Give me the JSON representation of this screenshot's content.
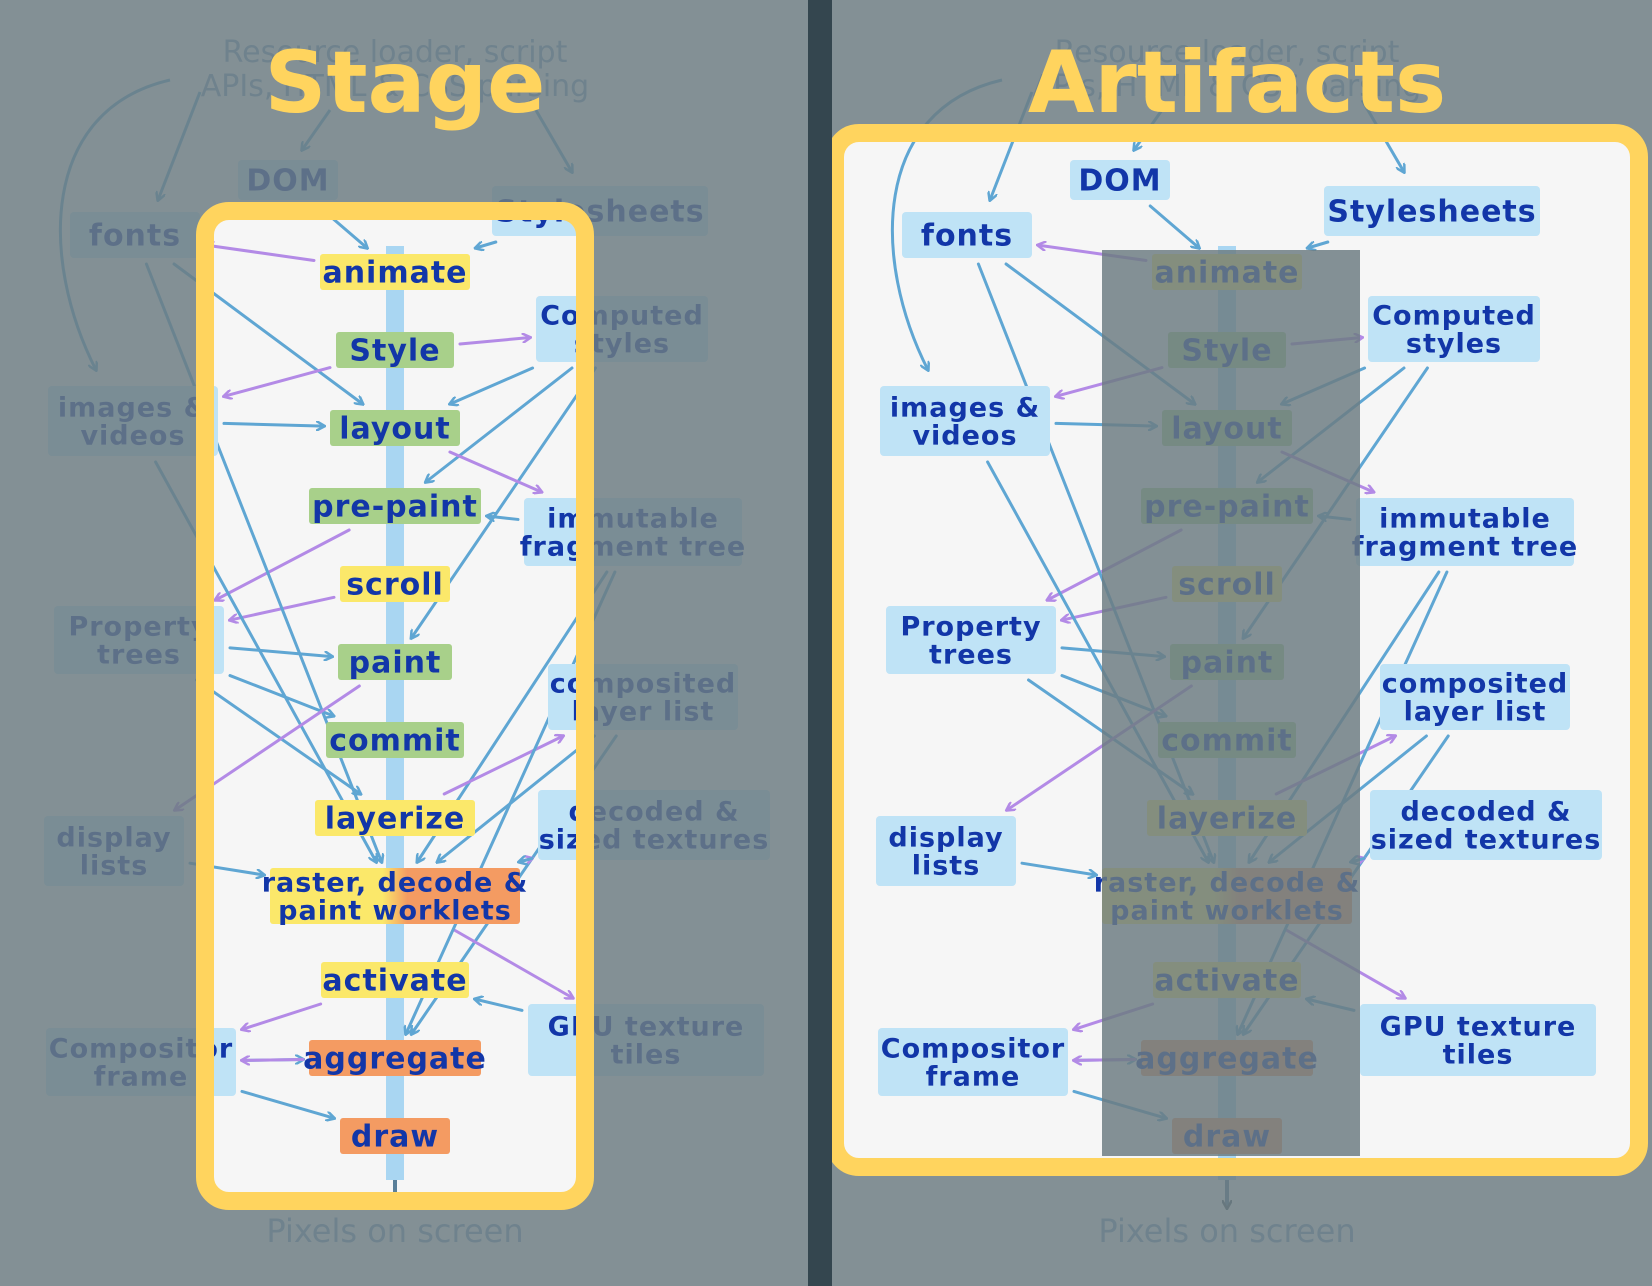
{
  "colors": {
    "panel_bg": "#f6f6f6",
    "dim_overlay": "#6d7c82",
    "divider": "#34464f",
    "highlight_frame": "#ffd45e",
    "node_blue": "#bfe3f6",
    "stage_green": "#a8d08a",
    "stage_yellow": "#fbe86a",
    "stage_orange": "#f49b62",
    "ink": "#1236a8",
    "arrow_blue": "#5fa6d3",
    "arrow_purple": "#b38ae6",
    "spine": "#a9d6f2"
  },
  "panels": [
    {
      "title": "Stage",
      "top_note": [
        "Resource loader, script",
        "APIs, HTML & CSS parsing"
      ],
      "bottom_note": "Pixels on screen"
    },
    {
      "title": "Artifacts",
      "top_note": [
        "Resource loader, script",
        "APIs, HTML & CSS parsing"
      ],
      "bottom_note": "Pixels on screen"
    }
  ],
  "stages": [
    {
      "label": [
        "animate"
      ],
      "color": "yellow"
    },
    {
      "label": [
        "Style"
      ],
      "color": "green"
    },
    {
      "label": [
        "layout"
      ],
      "color": "green"
    },
    {
      "label": [
        "pre-paint"
      ],
      "color": "green"
    },
    {
      "label": [
        "scroll"
      ],
      "color": "yellow"
    },
    {
      "label": [
        "paint"
      ],
      "color": "green"
    },
    {
      "label": [
        "commit"
      ],
      "color": "green"
    },
    {
      "label": [
        "layerize"
      ],
      "color": "yellow"
    },
    {
      "label": [
        "raster, decode &",
        "paint worklets"
      ],
      "color": "mixed"
    },
    {
      "label": [
        "activate"
      ],
      "color": "yellow"
    },
    {
      "label": [
        "aggregate"
      ],
      "color": "orange"
    },
    {
      "label": [
        "draw"
      ],
      "color": "orange"
    }
  ],
  "artifacts": [
    {
      "label": [
        "DOM"
      ]
    },
    {
      "label": [
        "fonts"
      ]
    },
    {
      "label": [
        "Stylesheets"
      ]
    },
    {
      "label": [
        "Computed",
        "styles"
      ]
    },
    {
      "label": [
        "images &",
        "videos"
      ]
    },
    {
      "label": [
        "immutable",
        "fragment tree"
      ]
    },
    {
      "label": [
        "Property",
        "trees"
      ]
    },
    {
      "label": [
        "composited",
        "layer list"
      ]
    },
    {
      "label": [
        "display",
        "lists"
      ]
    },
    {
      "label": [
        "decoded &",
        "sized textures"
      ]
    },
    {
      "label": [
        "GPU texture",
        "tiles"
      ]
    },
    {
      "label": [
        "Compositor",
        "frame"
      ]
    }
  ]
}
